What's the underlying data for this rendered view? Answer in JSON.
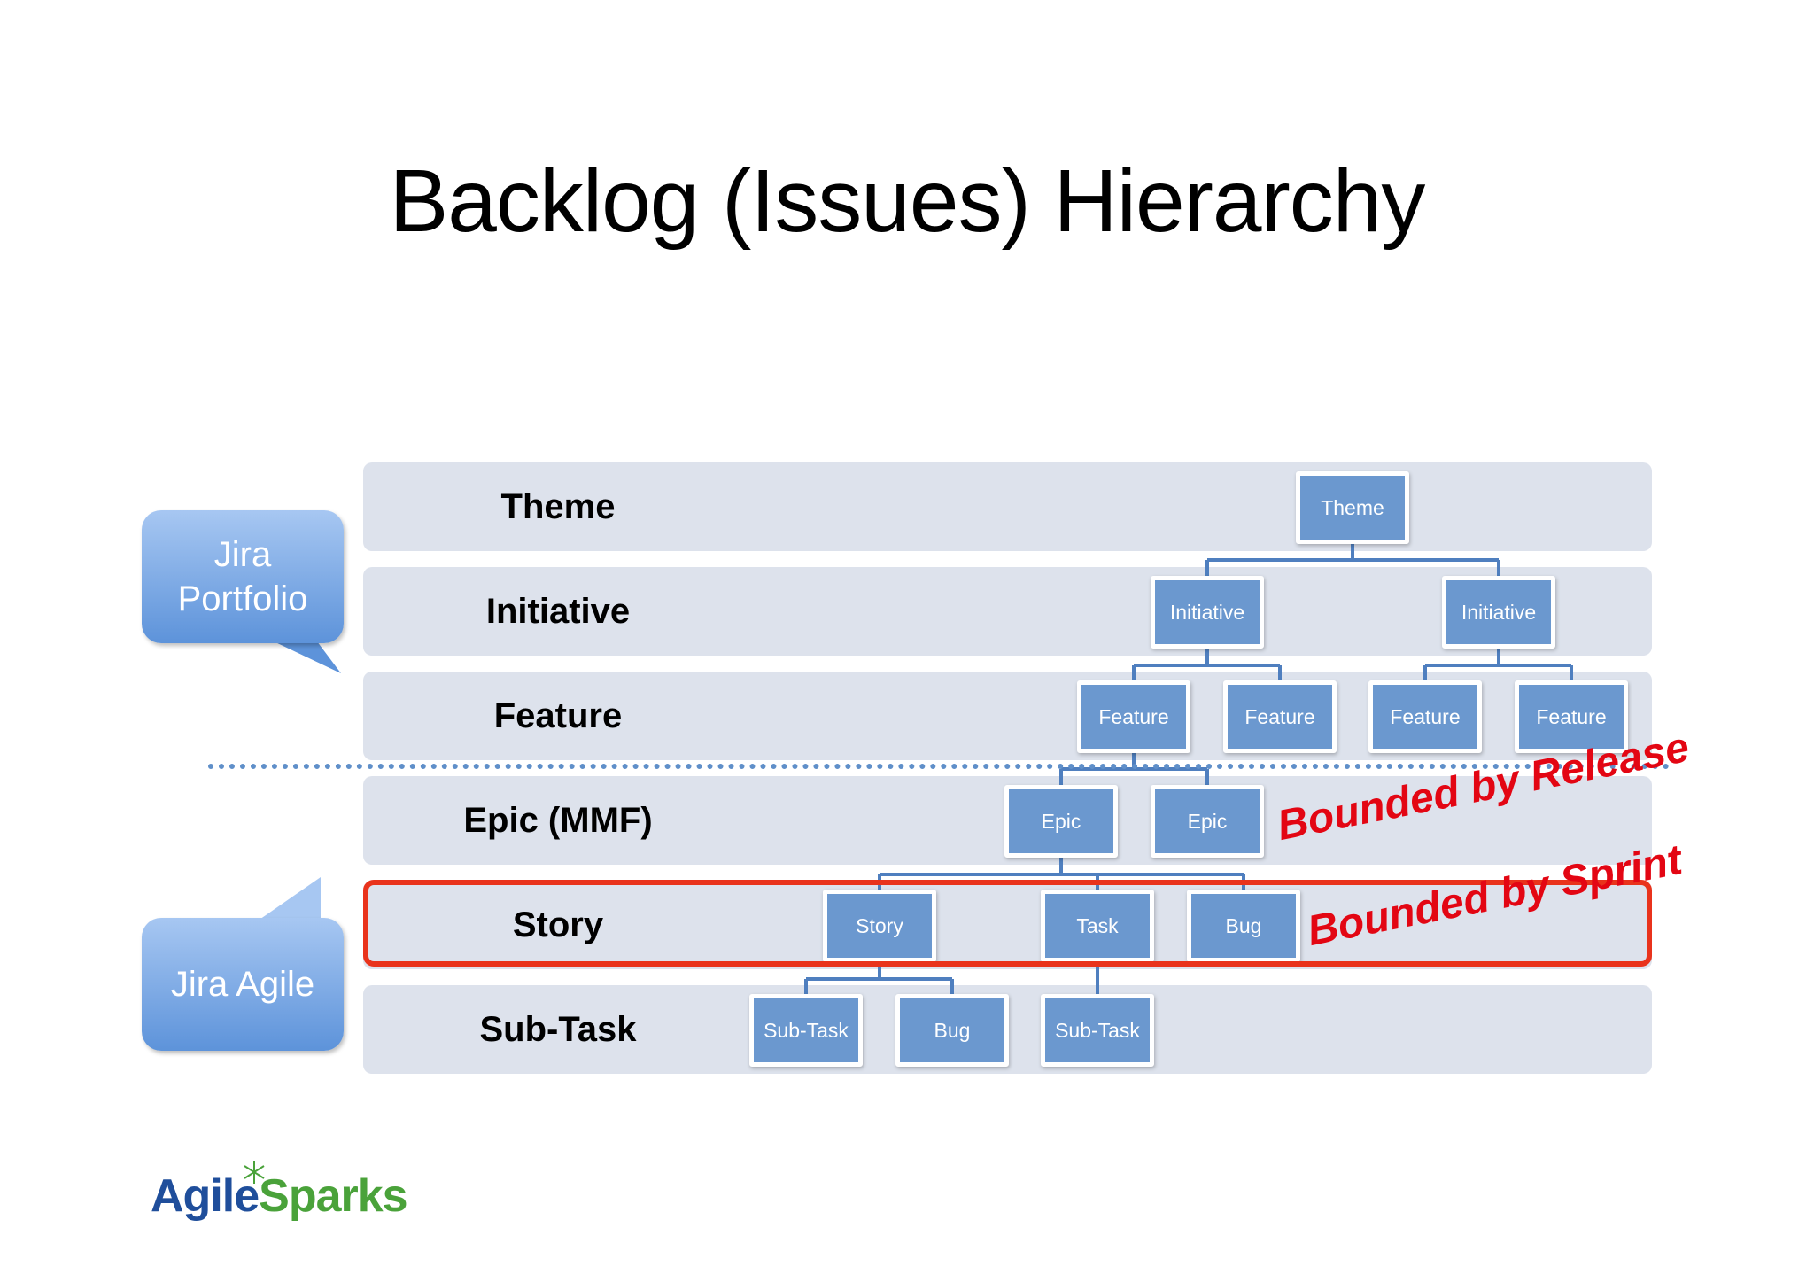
{
  "title": "Backlog (Issues) Hierarchy",
  "levels": [
    "Theme",
    "Initiative",
    "Feature",
    "Epic (MMF)",
    "Story",
    "Sub-Task"
  ],
  "nodes": {
    "theme": "Theme",
    "initiative": "Initiative",
    "feature": "Feature",
    "epic": "Epic",
    "story": "Story",
    "task": "Task",
    "bug": "Bug",
    "subtask": "Sub-Task"
  },
  "annotations": {
    "release": "Bounded by Release",
    "sprint": "Bounded by Sprint"
  },
  "bubbles": {
    "portfolio": "Jira\nPortfolio",
    "agile": "Jira Agile"
  },
  "logo": {
    "part1": "Agile",
    "part2": "Sparks"
  },
  "colors": {
    "node": "#6b98cf",
    "band": "#dde2ec",
    "accent": "#e30613",
    "connector": "#4f7fbf"
  }
}
